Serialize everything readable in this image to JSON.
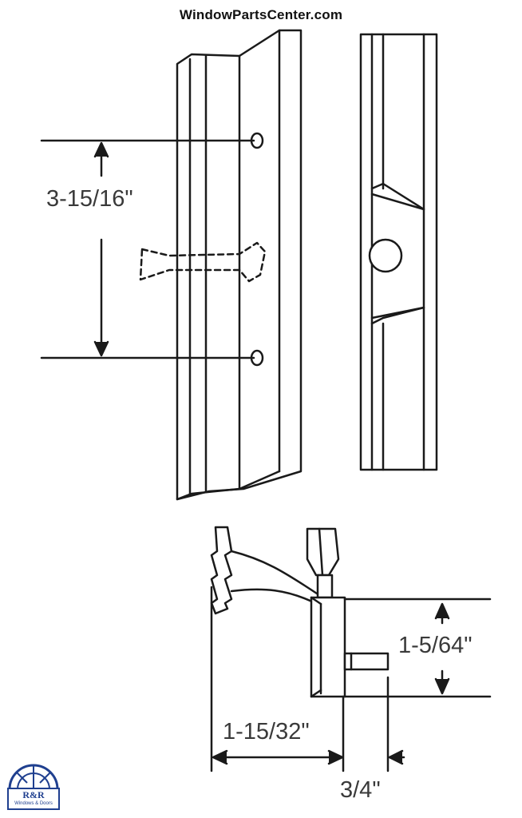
{
  "header": {
    "site": "WindowPartsCenter.com"
  },
  "dimensions": {
    "hole_spacing": "3-15/16\"",
    "projection": "1-5/64\"",
    "overall_depth": "1-15/32\"",
    "offset": "3/4\""
  },
  "logo": {
    "mark": "R&R",
    "tagline": "Windows & Doors",
    "color": "#1f3f8f"
  },
  "colors": {
    "line": "#1a1a1a",
    "label": "#3a3a3a"
  }
}
